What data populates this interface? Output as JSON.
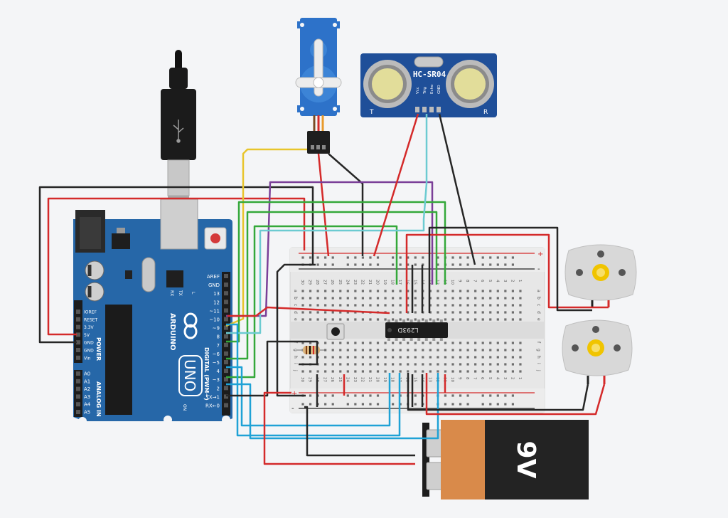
{
  "arduino": {
    "brand": "ARDUINO",
    "model": "UNO",
    "digital_label": "DIGITAL (PWM~)",
    "power_label": "POWER",
    "analog_label": "ANALOG IN",
    "on_label": "ON",
    "l_label": "L",
    "tx_label": "TX",
    "rx_label": "RX",
    "digital_pins": [
      "AREF",
      "GND",
      "13",
      "12",
      "~11",
      "~10",
      "~9",
      "8",
      "7",
      "~6",
      "~5",
      "4",
      "~3",
      "2",
      "TX→1",
      "RX←0"
    ],
    "power_pins": [
      "IOREF",
      "RESET",
      "3.3V",
      "5V",
      "GND",
      "GND",
      "Vin"
    ],
    "analog_pins": [
      "A0",
      "A1",
      "A2",
      "A3",
      "A4",
      "A5"
    ]
  },
  "sensor": {
    "name": "HC-SR04",
    "pins": [
      "Vcc",
      "Trig",
      "Echo",
      "GND"
    ],
    "t_label": "T",
    "r_label": "R"
  },
  "driver_ic": {
    "label": "L293D"
  },
  "battery": {
    "label": "9V"
  },
  "breadboard": {
    "plus": "+",
    "minus": "-",
    "row_letters_top": [
      "a",
      "b",
      "c",
      "d",
      "e"
    ],
    "row_letters_bottom": [
      "f",
      "g",
      "h",
      "i",
      "j"
    ],
    "column_numbers": [
      "30",
      "29",
      "28",
      "27",
      "26",
      "25",
      "24",
      "23",
      "22",
      "21",
      "20",
      "19",
      "18",
      "17",
      "16",
      "15",
      "14",
      "13",
      "12",
      "11",
      "10",
      "9",
      "8",
      "7",
      "6",
      "5",
      "4",
      "3",
      "2",
      "1"
    ]
  },
  "colors": {
    "wire_red": "#d42a2a",
    "wire_black": "#262626",
    "wire_green": "#34a83a",
    "wire_blue": "#1fa2d6",
    "wire_cyan": "#6ccbd1",
    "wire_yellow": "#e8c52c",
    "wire_purple": "#7a3f98",
    "board_blue": "#2667a8",
    "sensor_blue": "#1f4f99",
    "battery_orange": "#d98a4a"
  }
}
